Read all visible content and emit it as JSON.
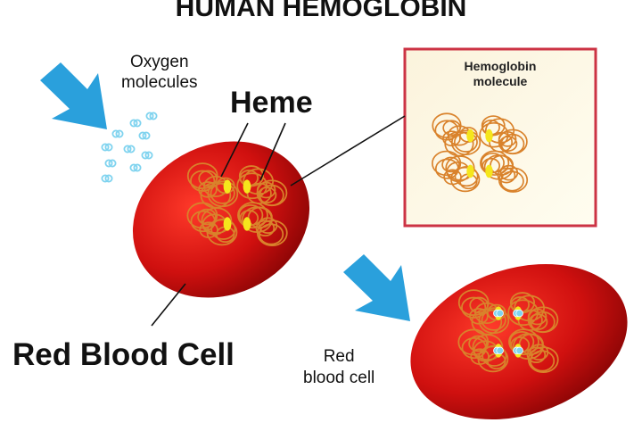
{
  "title": "HUMAN HEMOGLOBIN",
  "labels": {
    "oxygen_line1": "Oxygen",
    "oxygen_line2": "molecules",
    "heme": "Heme",
    "red_blood_cell": "Red Blood Cell",
    "rbc_small_line1": "Red",
    "rbc_small_line2": "blood cell",
    "inset_line1": "Hemoglobin",
    "inset_line2": "molecule"
  },
  "colors": {
    "cell": "#d0100f",
    "arrow": "#2aa0dc",
    "coil": "#d9822b",
    "heme": "#f5e61c",
    "oxygen": "#7fd3ef",
    "inset_border": "#cc3344",
    "inset_bg": "#fdf8e4"
  }
}
